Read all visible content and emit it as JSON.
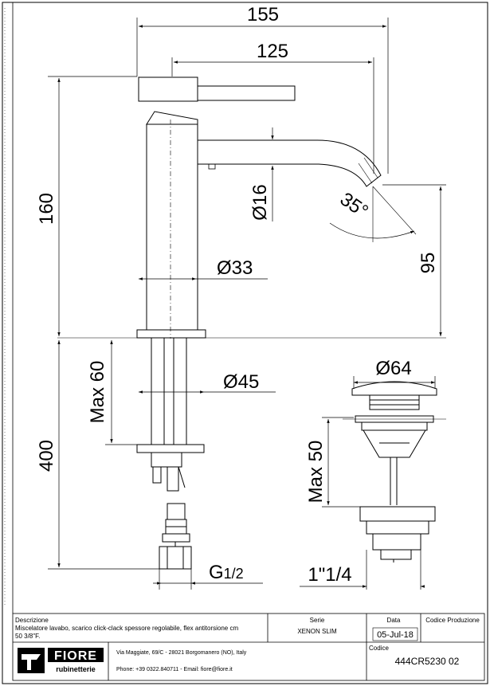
{
  "dimensions": {
    "width_total": "155",
    "width_spout": "125",
    "height_total": "160",
    "spout_height": "95",
    "outlet_diameter": "Ø16",
    "angle": "35°",
    "body_diameter": "Ø33",
    "base_diameter": "Ø45",
    "max_60": "Max 60",
    "shank_length": "400",
    "connection": "G",
    "connection_size": "1/2",
    "waste_diameter": "Ø64",
    "max_50": "Max 50",
    "waste_thread": "1\"1/4"
  },
  "title_block": {
    "descrizione_label": "Descrizione",
    "descrizione_line1": "Miscelatore lavabo, scarico click-clack spessore regolabile, flex antitorsione cm",
    "descrizione_line2": "50 3/8\"F.",
    "serie_label": "Serie",
    "serie_value": "XENON SLIM",
    "data_label": "Data",
    "data_value": "05-Jul-18",
    "codice_produzione_label": "Codice Produzione",
    "codice_label": "Codice",
    "codice_value": "444CR5230 02",
    "address": "Via Maggiate, 69/C - 28021 Borgomanero (NO), Italy",
    "contacts": "Phone: +39 0322.840711 - Email: fiore@fiore.it",
    "logo_text": "FIORE",
    "logo_subtext": "rubinetterie"
  }
}
